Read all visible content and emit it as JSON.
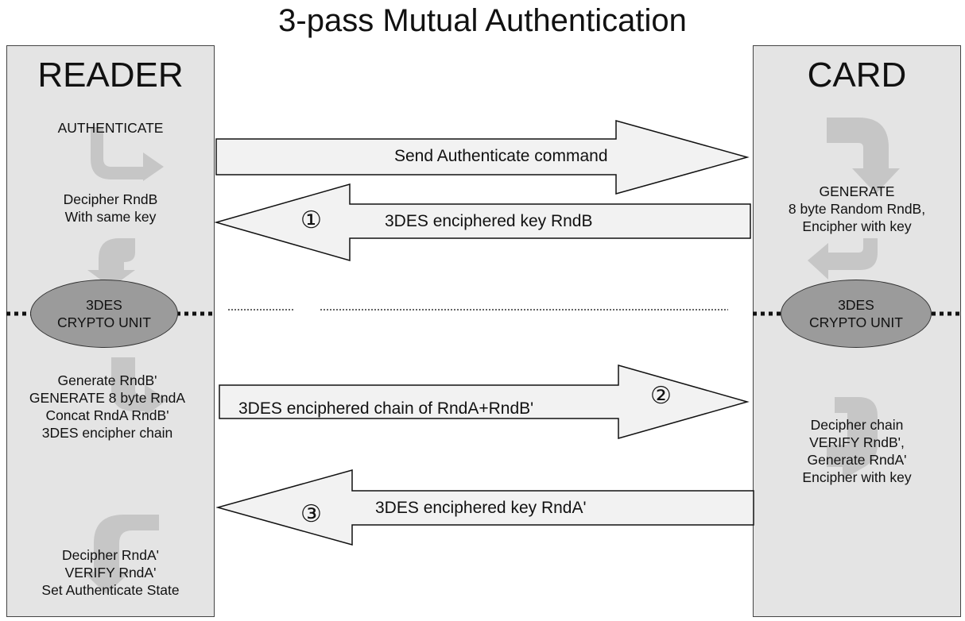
{
  "title": "3-pass Mutual Authentication",
  "reader": {
    "heading": "READER",
    "authenticate": "AUTHENTICATE",
    "decipher_rndb": "Decipher RndB\nWith same key",
    "crypto_unit": "3DES\nCRYPTO UNIT",
    "generate_block": "Generate RndB'\nGENERATE 8 byte RndA\nConcat RndA RndB'\n3DES encipher chain",
    "final_block": "Decipher RndA'\nVERIFY RndA'\nSet Authenticate State"
  },
  "card": {
    "heading": "CARD",
    "generate_block": "GENERATE\n8 byte Random RndB,\nEncipher with key",
    "crypto_unit": "3DES\nCRYPTO UNIT",
    "verify_block": "Decipher chain\nVERIFY RndB',\nGenerate RndA'\nEncipher with key"
  },
  "messages": [
    {
      "text": "Send Authenticate command",
      "direction": "reader-to-card",
      "step": ""
    },
    {
      "text": "3DES enciphered key RndB",
      "direction": "card-to-reader",
      "step": "①"
    },
    {
      "text": "3DES enciphered chain of RndA+RndB'",
      "direction": "reader-to-card",
      "step": "②"
    },
    {
      "text": "3DES enciphered key RndA'",
      "direction": "card-to-reader",
      "step": "③"
    }
  ],
  "colors": {
    "panel": "#e4e4e4",
    "arrow_fill": "#f2f2f2",
    "ellipse": "#9b9b9b",
    "flow_arrow": "#c6c6c6"
  }
}
